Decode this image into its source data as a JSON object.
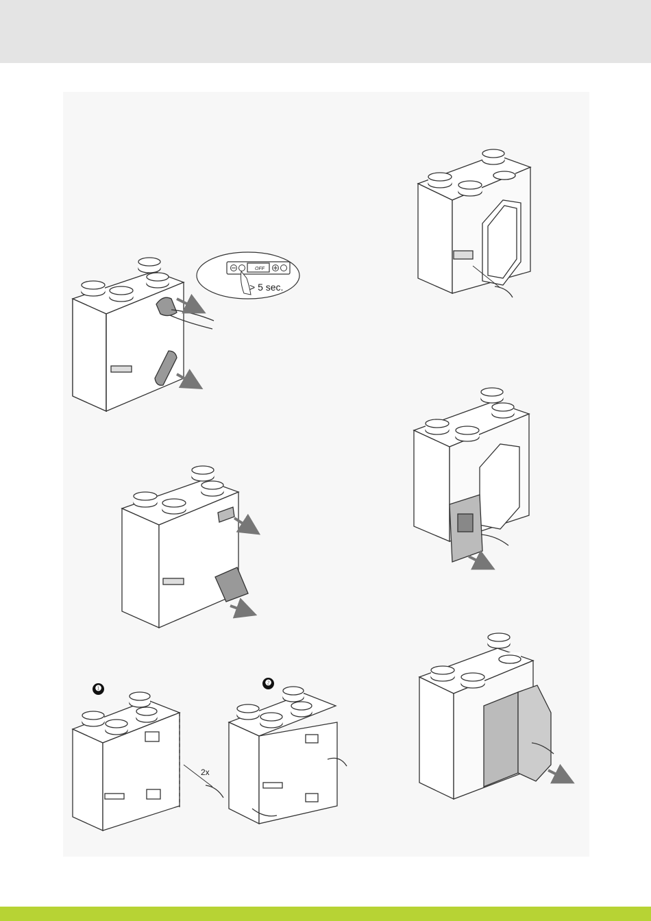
{
  "colors": {
    "header_band": "#e4e4e4",
    "panel_background": "#f7f7f7",
    "footer_band_accent": "#b7d334",
    "arrow": "#777777",
    "outline": "#333333"
  },
  "figure_a": {
    "display_text": "OFF",
    "hold_label": "> 5 sec.",
    "icons": [
      "minus-button-icon",
      "confirm-button-icon",
      "plus-button-icon",
      "menu-button-icon"
    ]
  },
  "figure_c": {
    "step_1": "❶",
    "step_2": "❷",
    "repeat_label": "2x"
  }
}
